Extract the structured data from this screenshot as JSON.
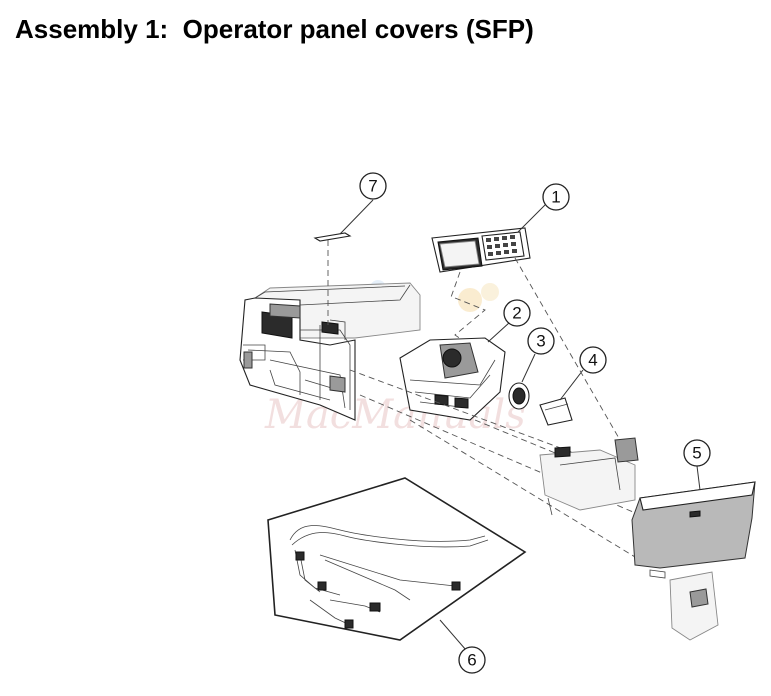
{
  "title": "Assembly 1:  Operator panel covers (SFP)",
  "watermark": {
    "text": "MacManuals",
    "color": "#e9c5c5"
  },
  "callouts": [
    {
      "id": "callout-7",
      "label": "7"
    },
    {
      "id": "callout-1",
      "label": "1"
    },
    {
      "id": "callout-2",
      "label": "2"
    },
    {
      "id": "callout-3",
      "label": "3"
    },
    {
      "id": "callout-4",
      "label": "4"
    },
    {
      "id": "callout-5",
      "label": "5"
    },
    {
      "id": "callout-6",
      "label": "6"
    }
  ]
}
